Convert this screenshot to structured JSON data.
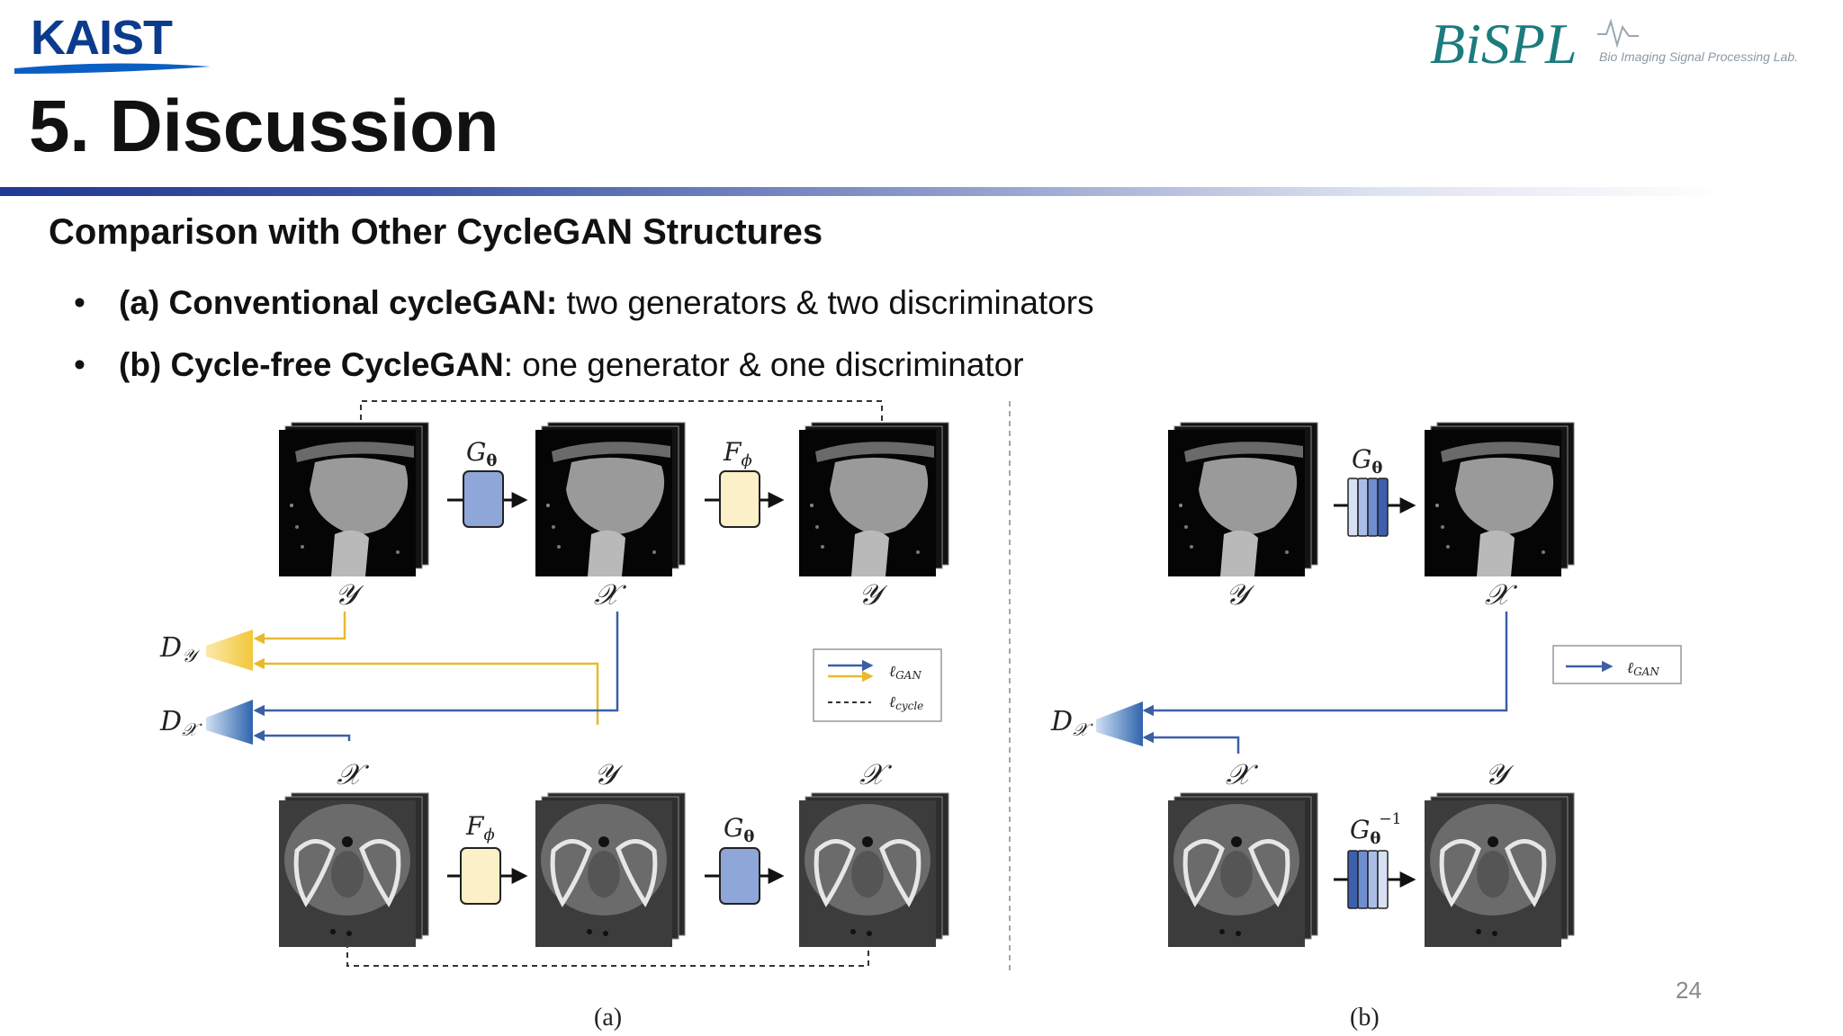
{
  "header": {
    "kaist_logo_text": "KAIST",
    "bispl_logo_text": "BiSPL",
    "bispl_subtitle": "Bio Imaging Signal Processing Lab."
  },
  "slide": {
    "title": "5. Discussion",
    "section_heading": "Comparison with Other CycleGAN Structures",
    "bullets": [
      {
        "bold": "(a) Conventional cycleGAN:",
        "text": " two generators & two discriminators"
      },
      {
        "bold": "(b) Cycle-free CycleGAN",
        "text": ": one generator & one discriminator"
      }
    ],
    "page_number": "24"
  },
  "figure": {
    "labels": {
      "domain_y": "𝒴",
      "domain_x": "𝒳",
      "gen_g": "G",
      "gen_f": "F",
      "sub_theta": "θ",
      "sub_phi": "ϕ",
      "inverse_sup": "−1",
      "disc_y_letter": "D",
      "disc_y_sub": "𝒴",
      "disc_x_letter": "D",
      "disc_x_sub": "𝒳"
    },
    "legend": {
      "gan_ell": "ℓ",
      "gan_sub": "GAN",
      "cycle_ell": "ℓ",
      "cycle_sub": "cycle"
    },
    "captions": {
      "a": "(a)",
      "b": "(b)"
    },
    "colors": {
      "gan_arrow": "#3b5fa6",
      "cycle_arrow": "#e8b92c",
      "generator_g": "#8fa6d8",
      "generator_f": "#fbf0c8",
      "discriminator_y": "#f2cd4e",
      "discriminator_x": "#3a73b8",
      "kaist_blue": "#0b3b8c",
      "bispl_teal": "#1c7b7c"
    }
  }
}
